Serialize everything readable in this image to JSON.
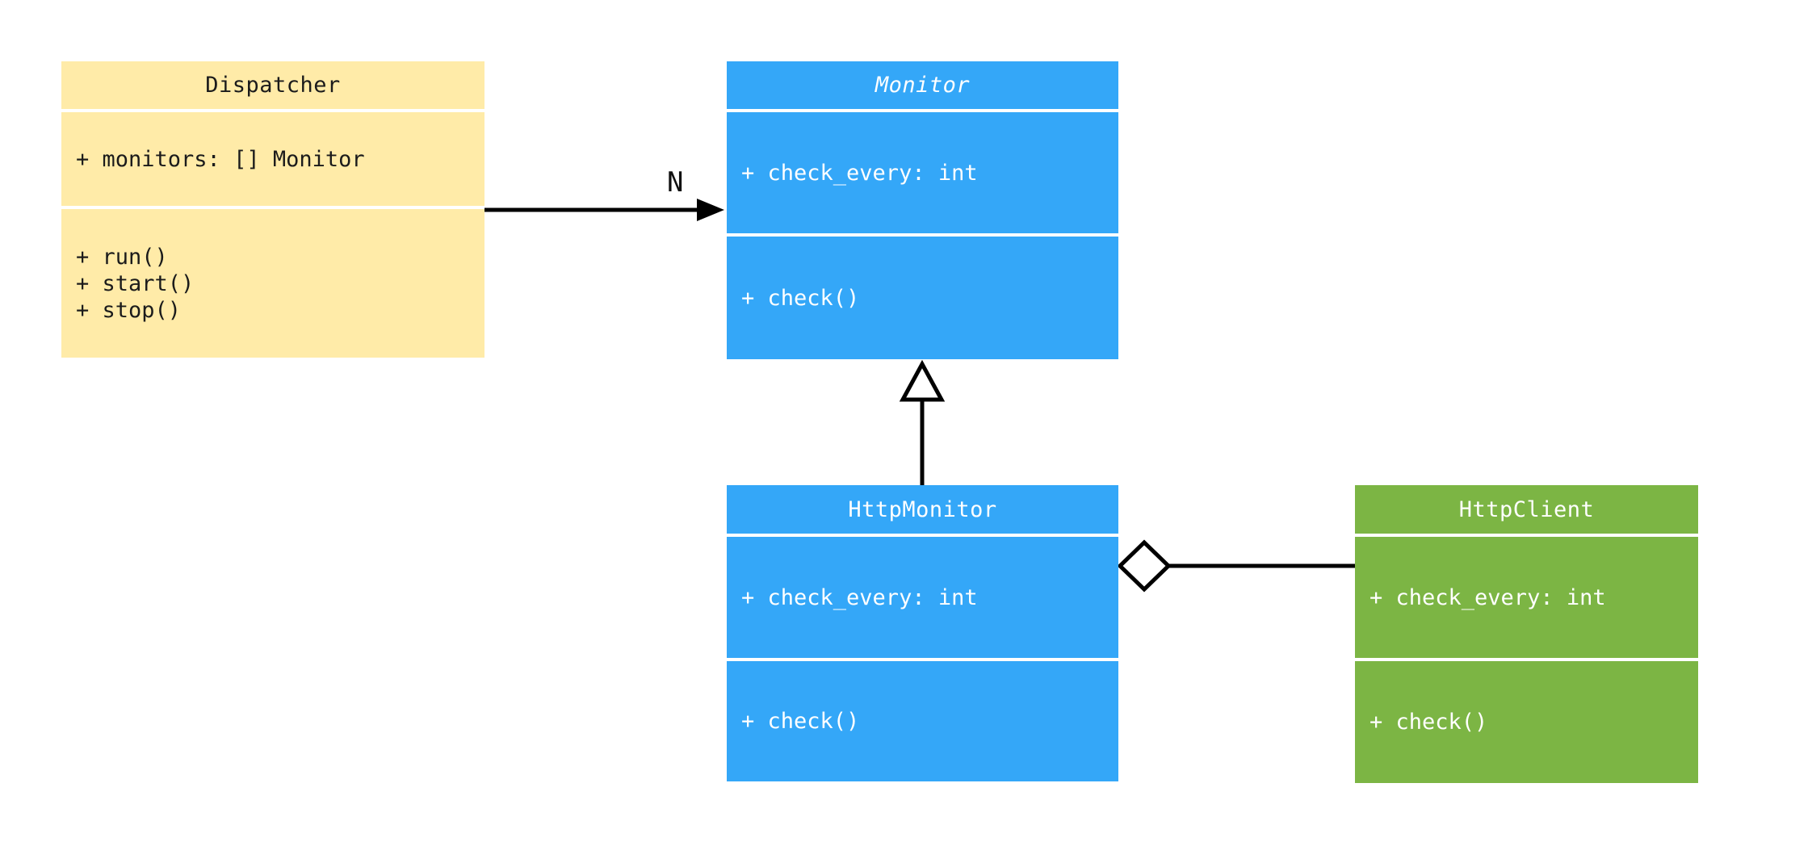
{
  "diagram": {
    "kind": "uml-class-diagram",
    "colors": {
      "background": "#ffffff",
      "class_fill_yellow": "#FFEBA8",
      "class_fill_blue": "#34A7F8",
      "class_fill_green": "#7CB544",
      "text_on_yellow": "#1b1b1b",
      "text_on_blue_green": "#ffffff",
      "edge_stroke": "#000000"
    },
    "classes": [
      {
        "name": "Dispatcher",
        "abstract": false,
        "fill": "#FFEBA8",
        "attributes": [
          "+ monitors: [] Monitor"
        ],
        "methods": [
          "+ run()",
          "+ start()",
          "+ stop()"
        ]
      },
      {
        "name": "Monitor",
        "abstract": true,
        "fill": "#34A7F8",
        "attributes": [
          "+ check_every: int"
        ],
        "methods": [
          "+ check()"
        ]
      },
      {
        "name": "HttpMonitor",
        "abstract": false,
        "fill": "#34A7F8",
        "attributes": [
          "+ check_every: int"
        ],
        "methods": [
          "+ check()"
        ]
      },
      {
        "name": "HttpClient",
        "abstract": false,
        "fill": "#7CB544",
        "attributes": [
          "+ check_every: int"
        ],
        "methods": [
          "+ check()"
        ]
      }
    ],
    "relationships": [
      {
        "type": "association",
        "from": "Dispatcher",
        "to": "Monitor",
        "label": "N",
        "arrow": "filled-arrowhead"
      },
      {
        "type": "generalization",
        "from": "HttpMonitor",
        "to": "Monitor",
        "arrow": "hollow-triangle"
      },
      {
        "type": "aggregation",
        "from": "HttpMonitor",
        "to": "HttpClient",
        "arrow": "hollow-diamond"
      }
    ]
  }
}
